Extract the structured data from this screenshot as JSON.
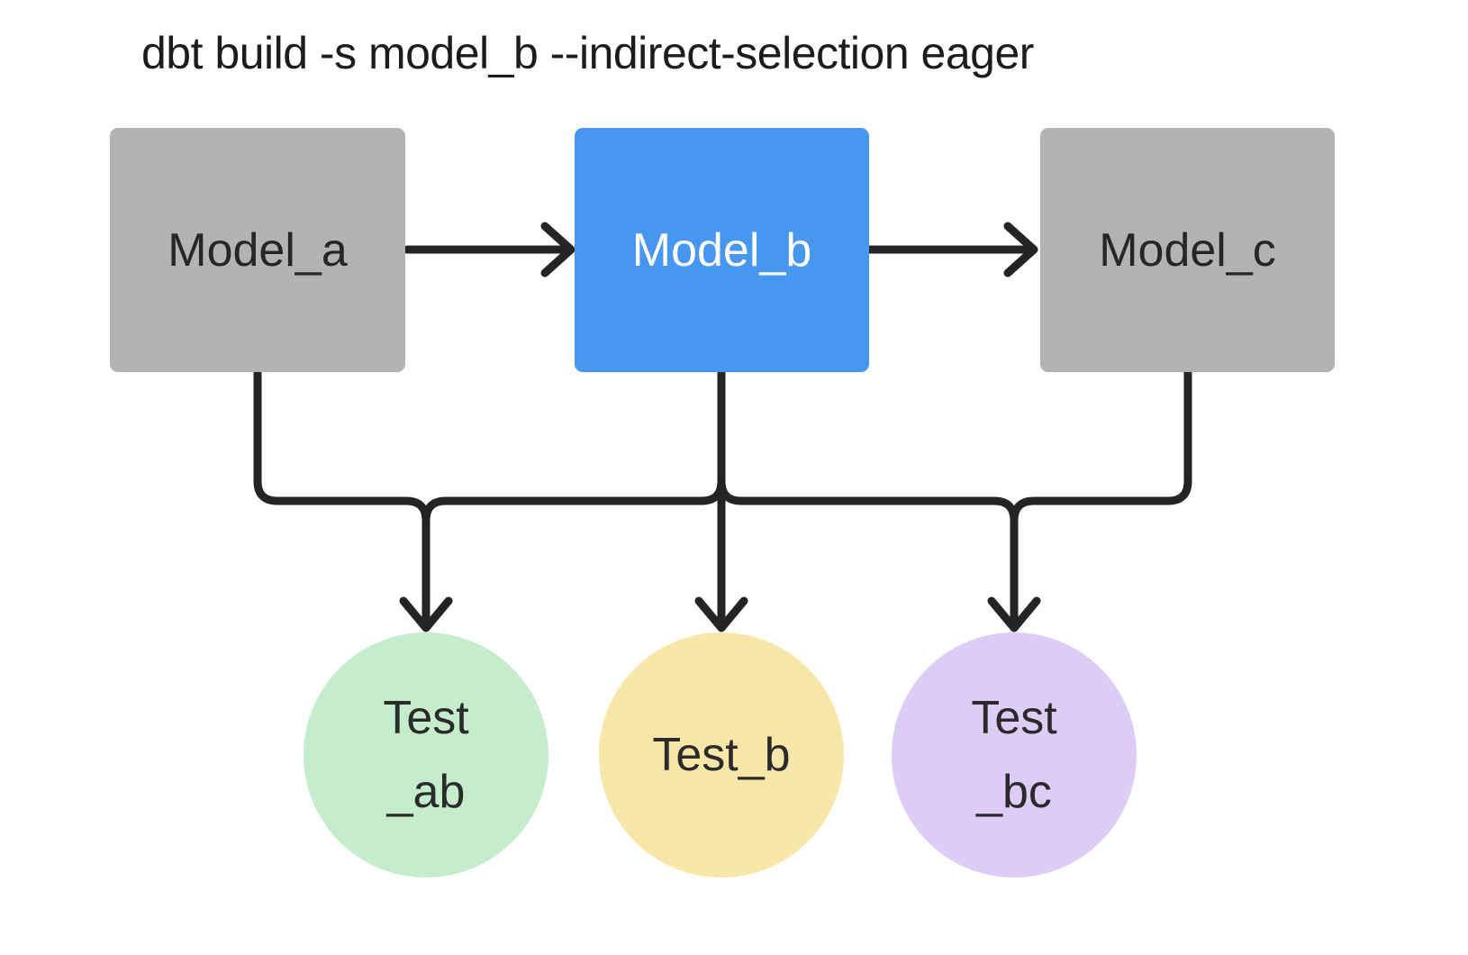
{
  "title": "dbt build -s model_b --indirect-selection eager",
  "models": [
    {
      "label": "Model_a",
      "color": "#b3b3b3",
      "text_color": "#262626"
    },
    {
      "label": "Model_b",
      "color": "#4796f0",
      "text_color": "#ffffff"
    },
    {
      "label": "Model_c",
      "color": "#b3b3b3",
      "text_color": "#262626"
    }
  ],
  "tests": [
    {
      "lines": [
        "Test",
        "_ab"
      ],
      "color": "#c5edcc"
    },
    {
      "lines": [
        "Test_b"
      ],
      "color": "#f8e7a8"
    },
    {
      "lines": [
        "Test",
        "_bc"
      ],
      "color": "#ddccf6"
    }
  ],
  "edges": [
    {
      "from": "Model_a",
      "to": "Model_b"
    },
    {
      "from": "Model_b",
      "to": "Model_c"
    },
    {
      "from": "Model_a",
      "to": "Test_ab"
    },
    {
      "from": "Model_b",
      "to": "Test_ab"
    },
    {
      "from": "Model_b",
      "to": "Test_b"
    },
    {
      "from": "Model_b",
      "to": "Test_bc"
    },
    {
      "from": "Model_c",
      "to": "Test_bc"
    }
  ],
  "colors": {
    "line": "#242424",
    "background": "#ffffff"
  }
}
